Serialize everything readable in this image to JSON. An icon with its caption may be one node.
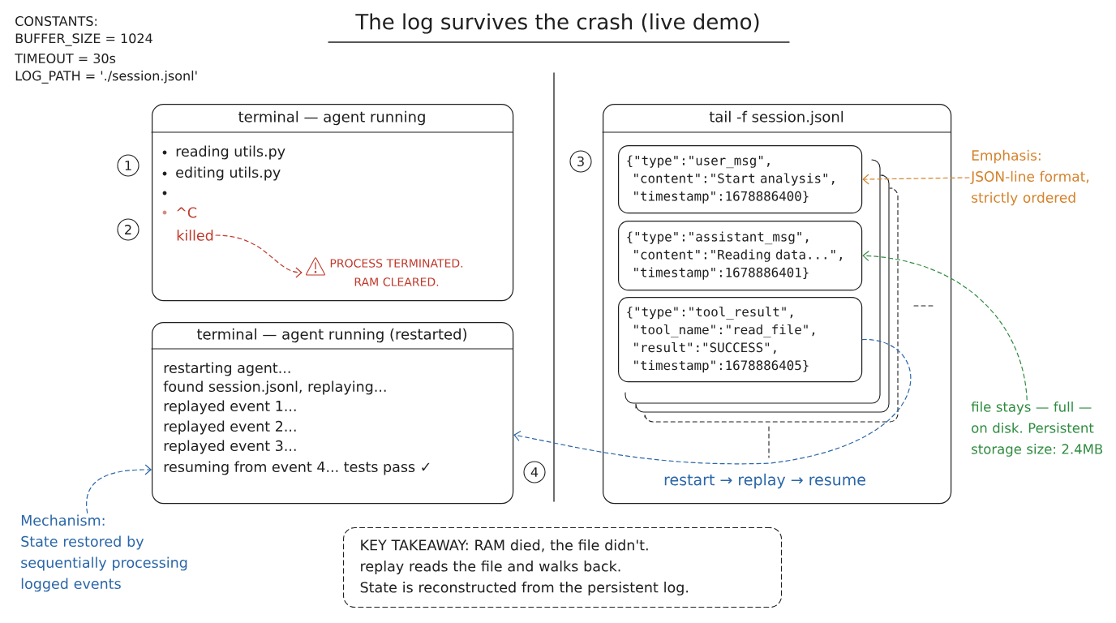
{
  "diagram": {
    "title": "The log survives the crash (live demo)",
    "nodes": [
      {
        "text": [
          "terminal — agent running",
          "reading utils.py",
          "editing utils.py",
          "^C"
        ]
      },
      {
        "text": [
          "1"
        ]
      },
      {
        "text": [
          "2"
        ]
      },
      {
        "text": [
          "killed"
        ],
        "in": 0
      },
      {
        "text": [
          "PROCESS TERMINATED. RAM CLEARED."
        ],
        "in": 0
      },
      {
        "text": [
          "tail -f session.jsonl"
        ]
      },
      {
        "text": [
          "3"
        ]
      },
      {
        "text": [
          "{\"type\":\"user_msg\",",
          "\"content\":\"Start analysis\",",
          "\"timestamp\":1678886400}"
        ],
        "in": 5
      },
      {
        "text": [
          "{\"type\":\"assistant_msg\",",
          "\"content\":\"Reading data...\",",
          "\"timestamp\":1678886401}"
        ],
        "in": 5
      },
      {
        "text": [
          "{\"type\":\"tool_result\",",
          "\"tool_name\":\"read_file\",",
          "\"result\":\"SUCCESS\",",
          "\"timestamp\":1678886405}"
        ],
        "in": 5
      },
      {
        "text": [
          "Emphasis:",
          "JSON-line format, strictly ordered"
        ]
      },
      {
        "text": [
          "file stays — full — on disk. Persistent storage size: 2.4MB"
        ]
      },
      {
        "text": [
          "terminal — agent running (restarted)",
          "restarting agent...",
          "found session.jsonl, replaying...",
          "replayed event 1...",
          "replayed event 2...",
          "replayed event 3...",
          "resuming from event 4... tests pass ✓"
        ]
      },
      {
        "text": [
          "4"
        ]
      },
      {
        "text": [
          "Mechanism:",
          "State restored by sequentially processing logged events"
        ]
      },
      {
        "text": [
          "KEY TAKEAWAY: RAM died, the file didn't.",
          "replay reads the file and walks back.",
          "State is reconstructed from the persistent log."
        ]
      }
    ],
    "edges": [
      {
        "from": 3,
        "to": 4,
        "arrow": "to",
        "style": "dashed",
        "color": "#c0392b"
      },
      {
        "from": 10,
        "to": 7,
        "arrow": "to",
        "style": "dashed",
        "color": "#d4822a"
      },
      {
        "from": 11,
        "to": 8,
        "arrow": "to",
        "style": "dashed",
        "color": "#2e8b3f"
      },
      {
        "from": 9,
        "to": 12,
        "arrow": "to",
        "label": "restart → replay → resume",
        "style": "dashed",
        "color": "#2a66a8"
      },
      {
        "from": 14,
        "to": 12,
        "arrow": "to",
        "style": "dashed",
        "color": "#2a66a8"
      }
    ],
    "labels": [
      "CONSTANTS:",
      "BUFFER_SIZE = 1024",
      "TIMEOUT = 30s",
      "LOG_PATH = './session.jsonl'"
    ]
  }
}
